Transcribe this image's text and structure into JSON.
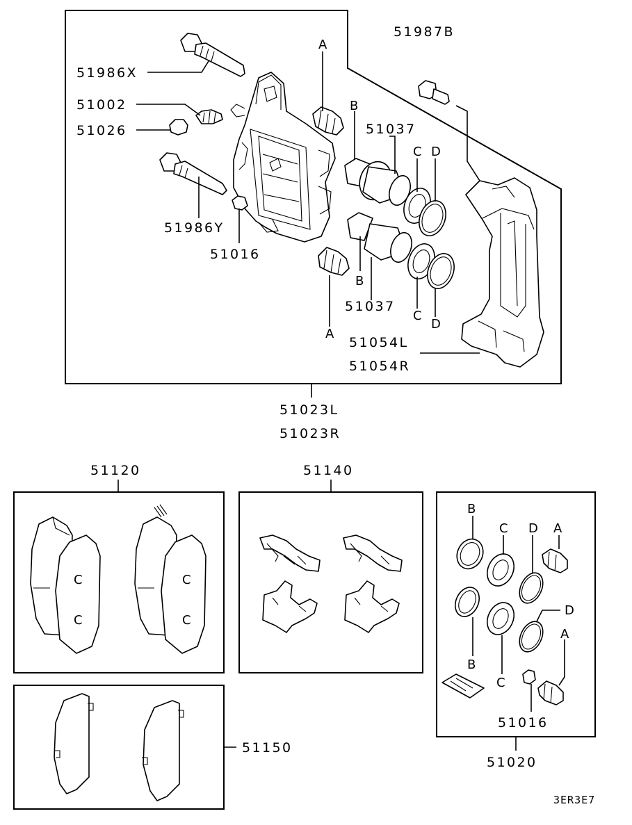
{
  "caliper_group": {
    "labels": {
      "caliper_bolt_upper": "51986X",
      "caliper_bolt_lower": "51986Y",
      "bleeder_screw": "51002",
      "bleeder_cap": "51026",
      "sleeve": "51016",
      "bracket_bolt": "51987B",
      "piston_upper": "51037",
      "piston_lower": "51037",
      "support_left": "51054L",
      "support_right": "51054R",
      "assembly_left": "51023L",
      "assembly_right": "51023R",
      "boot_upper": "A",
      "boot_lower": "A",
      "ring_b_upper": "B",
      "ring_b_lower": "B",
      "seal_c_upper": "C",
      "seal_c_lower": "C",
      "ring_d_upper": "D",
      "ring_d_lower": "D"
    }
  },
  "pads_group": {
    "label": "51120"
  },
  "clips_group": {
    "label": "51140"
  },
  "shims_group": {
    "label": "51150"
  },
  "seal_kit_group": {
    "label": "51020",
    "sleeve_label": "51016",
    "letters": {
      "b_top": "B",
      "c_top": "C",
      "d_top": "D",
      "a_top": "A",
      "d_bottom": "D",
      "a_bottom": "A",
      "b_bottom": "B",
      "c_bottom": "C"
    }
  },
  "diagram_code": "3ER3E7"
}
